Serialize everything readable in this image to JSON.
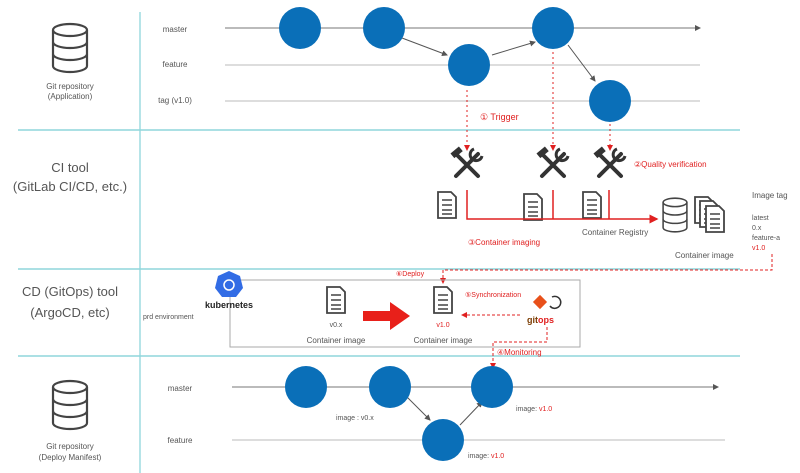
{
  "colors": {
    "commit": "#0a6fb8",
    "accent_red": "#e02020",
    "divider": "#8fd6dc",
    "branch_line": "#bbbbbb",
    "text": "#555555"
  },
  "sections": {
    "app_repo": {
      "title_line1": "Git repository",
      "title_line2": "(Application)",
      "icon": "database-icon",
      "branches": [
        "master",
        "feature",
        "tag (v1.0)"
      ]
    },
    "ci_tool": {
      "title_line1": "CI tool",
      "title_line2": "(GitLab CI/CD, etc.)"
    },
    "cd_tool": {
      "title_line1": "CD (GitOps) tool",
      "title_line2": "(ArgoCD, etc)"
    },
    "deploy_repo": {
      "title_line1": "Git repository",
      "title_line2": "(Deploy Manifest)",
      "icon": "database-icon",
      "branches": [
        "master",
        "feature"
      ]
    }
  },
  "steps": {
    "trigger": "① Trigger",
    "quality": "②Quality verification",
    "imaging": "③Container imaging",
    "monitoring": "④Monitoring",
    "sync": "⑤Synchronization",
    "deploy": "⑥Deploy"
  },
  "ci": {
    "registry_label": "Container Registry",
    "container_image_label": "Container image",
    "image_tag_title": "Image tag",
    "image_tags": [
      "latest",
      "0.x",
      "feature-a",
      "v1.0"
    ]
  },
  "cd": {
    "k8s_label": "kubernetes",
    "env_label": "prd environment",
    "old_version": "v0.x",
    "new_version": "v1.0",
    "container_image_label": "Container image",
    "gitops_label_a": "git",
    "gitops_label_b": "ops"
  },
  "deploy": {
    "image_label_prefix": "image : ",
    "old_image": "v0.x",
    "image_prefix_short": "image: ",
    "new_image": "v1.0"
  }
}
